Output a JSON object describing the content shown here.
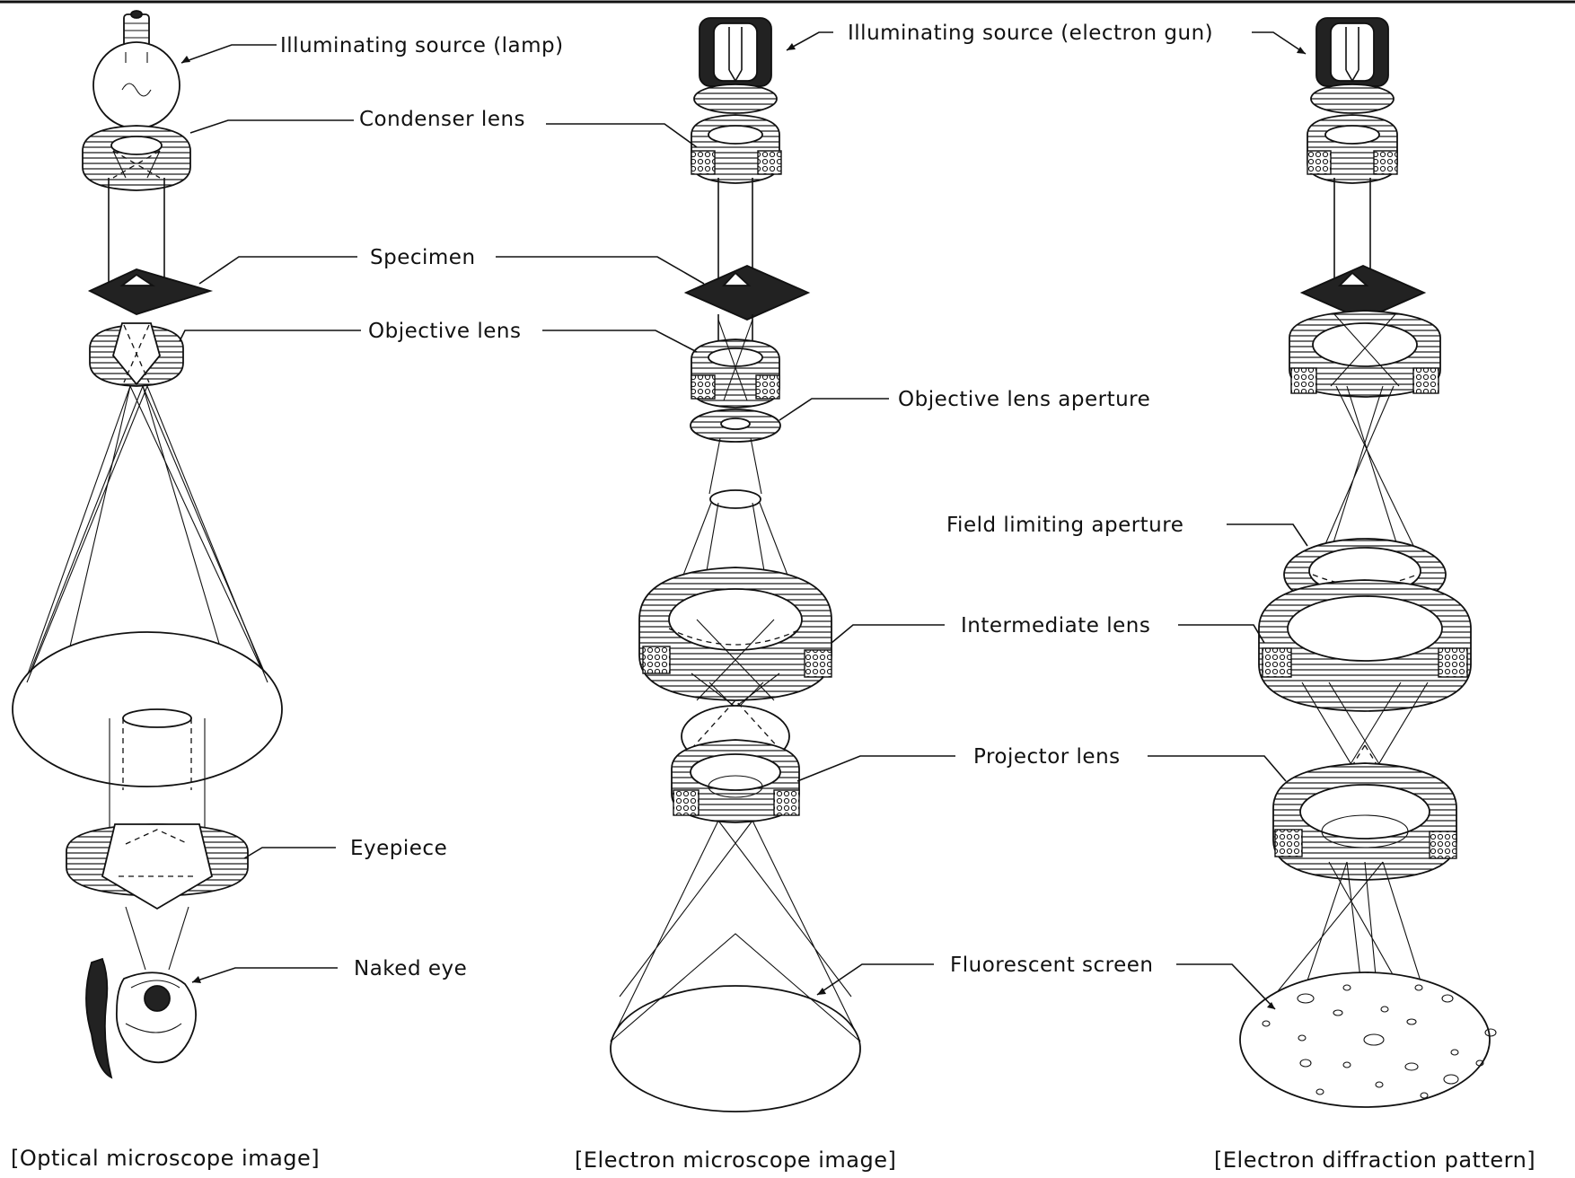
{
  "labels": {
    "lamp_source": "Illuminating source (lamp)",
    "gun_source": "Illuminating source (electron gun)",
    "condenser": "Condenser lens",
    "specimen": "Specimen",
    "objective": "Objective lens",
    "objective_aperture": "Objective lens aperture",
    "field_aperture": "Field limiting aperture",
    "intermediate": "Intermediate lens",
    "projector": "Projector lens",
    "eyepiece": "Eyepiece",
    "naked_eye": "Naked eye",
    "screen": "Fluorescent screen"
  },
  "captions": {
    "optical": "[Optical microscope image]",
    "electron_image": "[Electron microscope image]",
    "diffraction": "[Electron diffraction pattern]"
  }
}
